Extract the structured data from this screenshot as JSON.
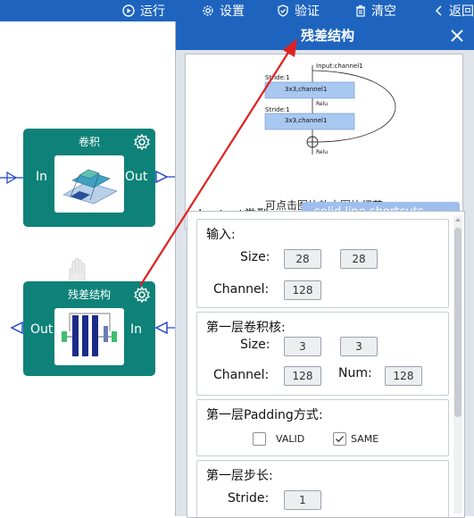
{
  "toolbar": {
    "run": "运行",
    "settings": "设置",
    "verify": "验证",
    "clear": "清空",
    "back": "返回"
  },
  "nodes": {
    "conv": {
      "title": "卷积",
      "in": "In",
      "out": "Out"
    },
    "residual": {
      "title": "残差结构",
      "in": "In",
      "out": "Out"
    }
  },
  "panel": {
    "title": "残差结构",
    "preview": {
      "input_label": "Input:channel1",
      "stride_top": "Stride:1",
      "block1": "3x3,channel1",
      "relu1": "Relu",
      "stride_mid": "Stride:1",
      "block2": "3x3,channel1",
      "relu2": "Relu",
      "caption": "可点击图片放大图片细节"
    },
    "shortcut_label": "shortcut类型",
    "shortcut_value": "solid line shortcuts",
    "input_section": {
      "title": "输入:",
      "size_label": "Size:",
      "size_w": "28",
      "size_h": "28",
      "channel_label": "Channel:",
      "channel": "128"
    },
    "conv1_section": {
      "title": "第一层卷积核:",
      "size_label": "Size:",
      "size_w": "3",
      "size_h": "3",
      "channel_label": "Channel:",
      "channel": "128",
      "num_label": "Num:",
      "num": "128"
    },
    "padding_section": {
      "title": "第一层Padding方式:",
      "valid": "VALID",
      "same": "SAME",
      "selected": "SAME"
    },
    "stride_section": {
      "title": "第一层步长:",
      "stride_label": "Stride:",
      "stride": "1"
    }
  },
  "colors": {
    "toolbar_bg": "#1e64bf",
    "node_bg": "#0e8278",
    "select_bg": "#9ebfed",
    "arrow_red": "#e02020",
    "port_blue": "#1a3fd0"
  }
}
